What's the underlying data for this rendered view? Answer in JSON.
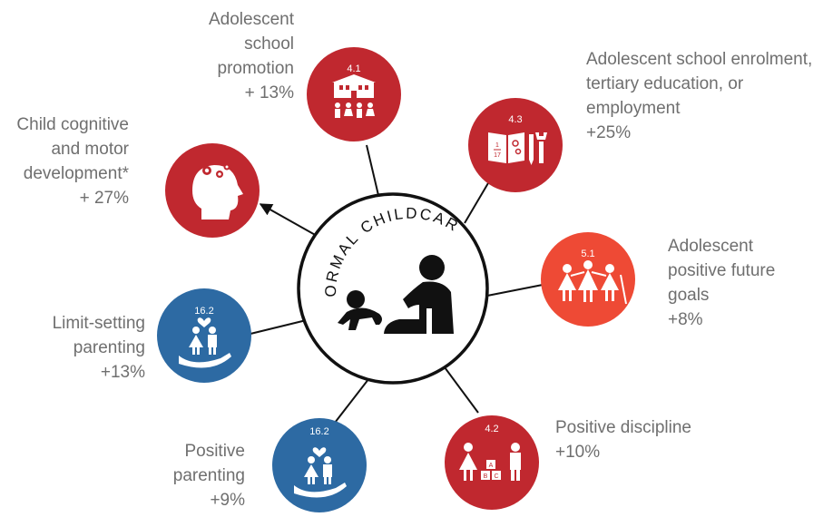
{
  "center": {
    "title": "FORMAL CHILDCARE",
    "icon": "crawling-baby-and-sitting-parent-icon"
  },
  "outcomes": [
    {
      "id": "school-promotion",
      "sdg": "4.1",
      "color": "#c0282f",
      "icon": "school-building-children-icon",
      "label_lines": [
        "Adolescent",
        "school",
        "promotion",
        "+ 13%"
      ]
    },
    {
      "id": "school-enrolment",
      "sdg": "4.3",
      "color": "#c0282f",
      "icon": "book-pencil-wrench-icon",
      "label_lines": [
        "Adolescent school enrolment,",
        "tertiary education, or",
        "employment",
        "+25%"
      ]
    },
    {
      "id": "future-goals",
      "sdg": "5.1",
      "color": "#ee4a35",
      "icon": "women-equality-icon",
      "label_lines": [
        "Adolescent",
        "positive future",
        "goals",
        "+8%"
      ]
    },
    {
      "id": "positive-discipline",
      "sdg": "4.2",
      "color": "#c0282f",
      "icon": "adult-child-blocks-icon",
      "label_lines": [
        "Positive discipline",
        "+10%"
      ]
    },
    {
      "id": "positive-parenting",
      "sdg": "16.2",
      "color": "#2d6aa3",
      "icon": "protected-children-hand-icon",
      "label_lines": [
        "Positive",
        "parenting",
        "+9%"
      ]
    },
    {
      "id": "limit-setting-parenting",
      "sdg": "16.2",
      "color": "#2d6aa3",
      "icon": "protected-children-hand-icon",
      "label_lines": [
        "Limit-setting",
        "parenting",
        "+13%"
      ]
    },
    {
      "id": "cognitive-motor",
      "sdg": "",
      "color": "#c0282f",
      "icon": "head-with-gears-icon",
      "label_lines": [
        "Child cognitive",
        "and motor",
        "development*",
        "+ 27%"
      ]
    }
  ]
}
